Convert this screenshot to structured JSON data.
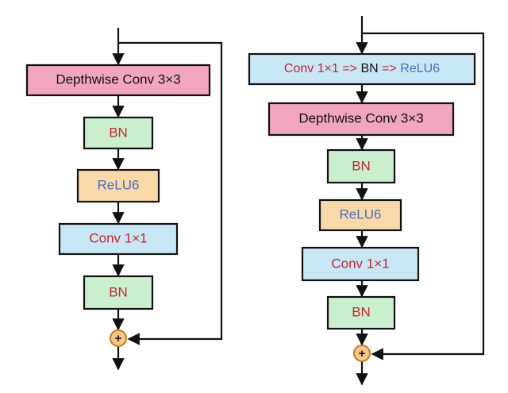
{
  "colors": {
    "pink": "#f2a5c1",
    "green": "#c9efce",
    "orange": "#f9d9a8",
    "blue": "#c8e7f5",
    "red_text": "#c8252f",
    "blue_text": "#4a6fc8",
    "black_text": "#111111",
    "adder_fill": "#f7c88a",
    "adder_stroke": "#c97a18"
  },
  "left_block": {
    "depthwise": "Depthwise Conv 3×3",
    "bn1": "BN",
    "relu": "ReLU6",
    "conv": "Conv 1×1",
    "bn2": "BN",
    "add": "+"
  },
  "right_block": {
    "expand_conv": "Conv 1×1",
    "expand_arrow1": "=>",
    "expand_bn": "BN",
    "expand_arrow2": "=>",
    "expand_relu": "ReLU6",
    "depthwise": "Depthwise Conv 3×3",
    "bn1": "BN",
    "relu": "ReLU6",
    "conv": "Conv 1×1",
    "bn2": "BN",
    "add": "+"
  }
}
